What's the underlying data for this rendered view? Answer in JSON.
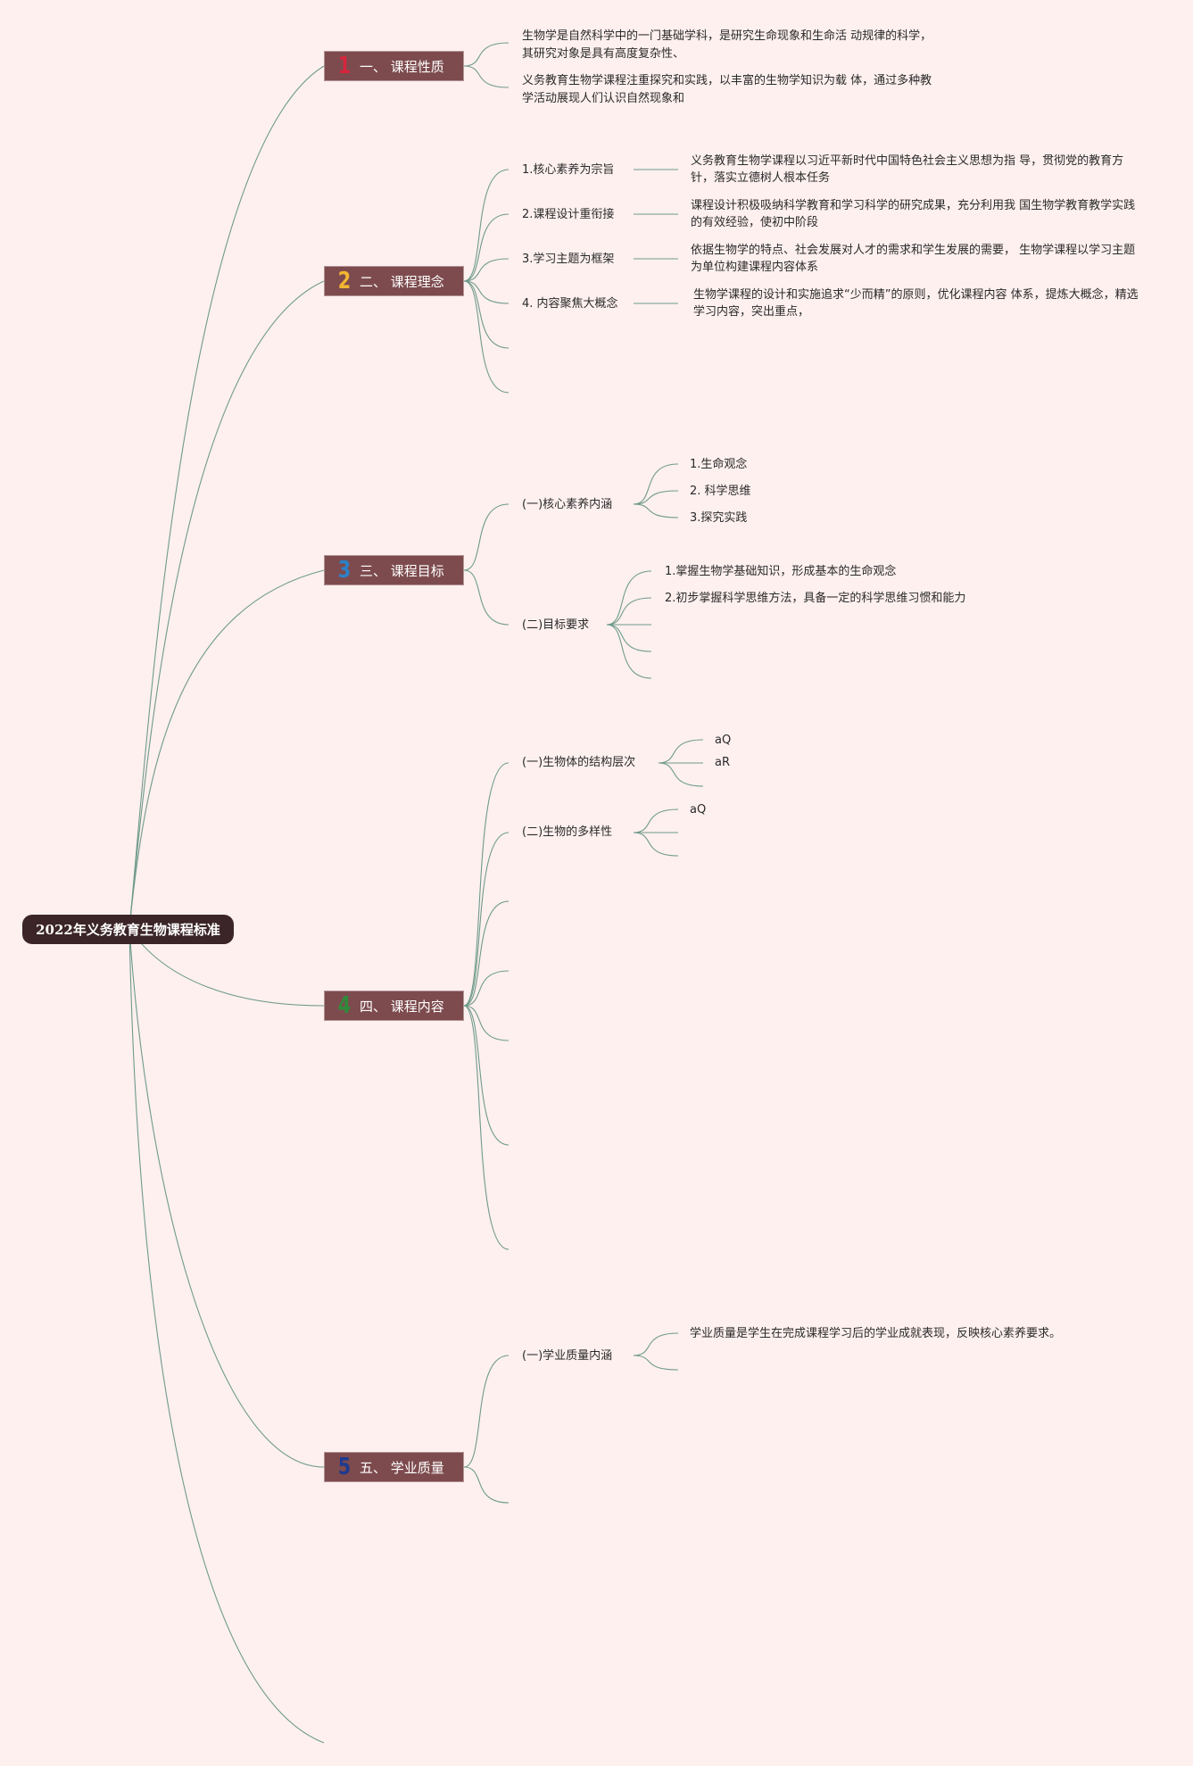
{
  "root": {
    "label": "2022年义务教育生物课程标准"
  },
  "colors": {
    "background": "#fdf0ef",
    "root_fill": "#3b2528",
    "section_fill": "#7d4b4e",
    "line": "#6f9a8b",
    "num1": "#d7263d",
    "num2": "#f2b632",
    "num3": "#2a82c9",
    "num4": "#2e8b3a",
    "num5": "#1f3a8f"
  },
  "sections": [
    {
      "num": "1",
      "label": "一、 课程性质",
      "notes": [
        "生物学是自然科学中的一门基础学科，是研究生命现象和生命活 动规律的科学，",
        "其研究对象是具有高度复杂性、",
        "义务教育生物学课程注重探究和实践，以丰富的生物学知识为载 体，通过多种教",
        "学活动展现人们认识自然现象和"
      ]
    },
    {
      "num": "2",
      "label": "二、 课程理念",
      "items": [
        {
          "label": "1.核心素养为宗旨",
          "desc": "义务教育生物学课程以习近平新时代中国特色社会主义思想为指 导，贯彻党的教育方针，落实立德树人根本任务"
        },
        {
          "label": "2.课程设计重衔接",
          "desc": "课程设计积极吸纳科学教育和学习科学的研究成果，充分利用我 国生物学教育教学实践的有效经验，使初中阶段"
        },
        {
          "label": "3.学习主题为框架",
          "desc": "依据生物学的特点、社会发展对人才的需求和学生发展的需要， 生物学课程以学习主题为单位构建课程内容体系"
        },
        {
          "label": "4. 内容聚焦大概念",
          "desc": "生物学课程的设计和实施追求“少而精”的原则，优化课程内容 体系，提炼大概念，精选学习内容，突出重点，"
        }
      ]
    },
    {
      "num": "3",
      "label": "三、 课程目标",
      "items": [
        {
          "label": "(一)核心素养内涵",
          "children": [
            "1.生命观念",
            "2. 科学思维",
            "3.探究实践"
          ]
        },
        {
          "label": "(二)目标要求",
          "children": [
            "1.掌握生物学基础知识，形成基本的生命观念",
            "2.初步掌握科学思维方法，具备一定的科学思维习惯和能力"
          ]
        }
      ]
    },
    {
      "num": "4",
      "label": "四、 课程内容",
      "items": [
        {
          "label": "(一)生物体的结构层次",
          "children": [
            "aQ",
            "aR"
          ]
        },
        {
          "label": "(二)生物的多样性",
          "children": [
            "aQ"
          ]
        }
      ]
    },
    {
      "num": "5",
      "label": "五、 学业质量",
      "items": [
        {
          "label": "(一)学业质量内涵",
          "children": [
            "学业质量是学生在完成课程学习后的学业成就表现，反映核心素养要求。"
          ]
        }
      ]
    }
  ]
}
